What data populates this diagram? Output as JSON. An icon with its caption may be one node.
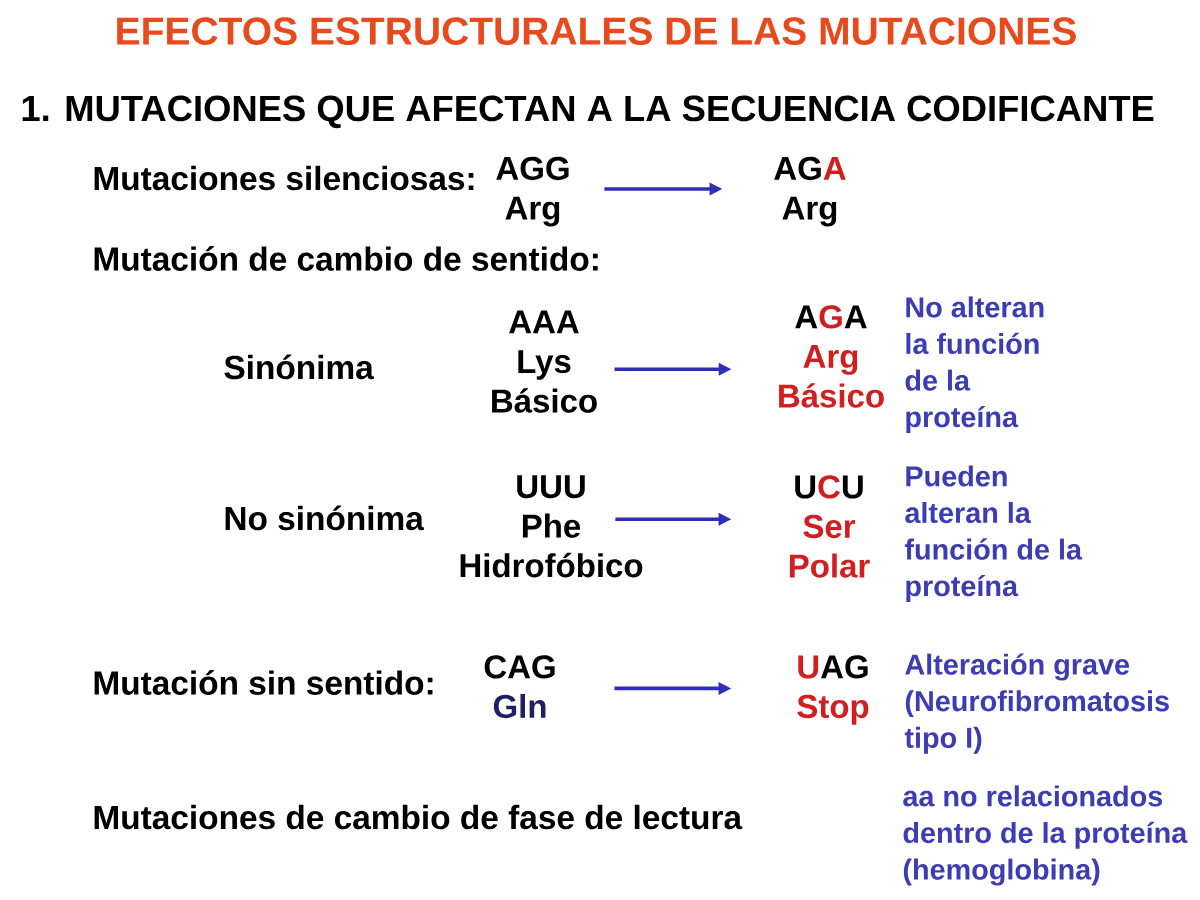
{
  "diagram": {
    "title": "EFECTOS ESTRUCTURALES DE LAS MUTACIONES",
    "nodes": [
      {
        "text": [
          "AGG",
          "Arg"
        ]
      },
      {
        "text": [
          "AGA",
          "Arg"
        ]
      },
      {
        "text": [
          "AAA",
          "Lys",
          "Básico"
        ]
      },
      {
        "text": [
          "AGA",
          "Arg",
          "Básico"
        ],
        "beside": [
          "No alteran la función de la proteína"
        ]
      },
      {
        "text": [
          "UUU",
          "Phe",
          "Hidrofóbico"
        ]
      },
      {
        "text": [
          "UCU",
          "Ser",
          "Polar"
        ],
        "beside": [
          "Pueden alteran la función de la proteína"
        ]
      },
      {
        "text": [
          "CAG",
          "Gln"
        ]
      },
      {
        "text": [
          "UAG",
          "Stop"
        ],
        "beside": [
          "Alteración grave (Neurofibromatosis tipo I)"
        ]
      }
    ],
    "edges": [
      {
        "from": 0,
        "to": 1,
        "arrow": "to"
      },
      {
        "from": 2,
        "to": 3,
        "arrow": "to"
      },
      {
        "from": 4,
        "to": 5,
        "arrow": "to"
      },
      {
        "from": 6,
        "to": 7,
        "arrow": "to"
      }
    ],
    "labels": [
      "1. MUTACIONES QUE AFECTAN A LA SECUENCIA CODIFICANTE",
      "Mutaciones silenciosas:",
      "Mutación de cambio de sentido:",
      "Sinónima",
      "No sinónima",
      "Mutación sin sentido:",
      "Mutaciones de cambio de fase de lectura",
      "aa no relacionados dentro de la proteína (hemoglobina)"
    ]
  }
}
